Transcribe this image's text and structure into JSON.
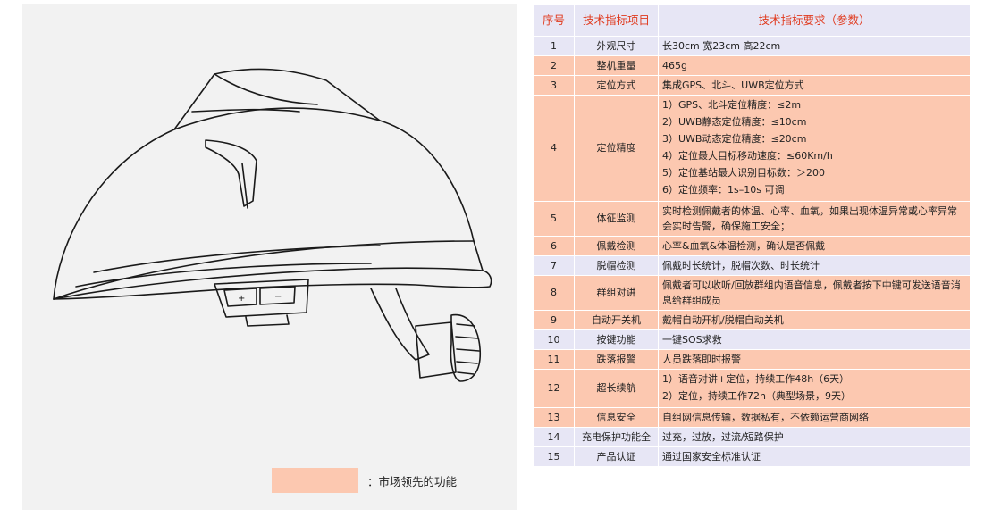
{
  "legend": {
    "label": "：市场领先的功能"
  },
  "colors": {
    "highlight": "#fcc8b0",
    "normal": "#e7e6f5",
    "header_text": "#e03a1e"
  },
  "table": {
    "headers": [
      "序号",
      "技术指标项目",
      "技术指标要求（参数）"
    ],
    "rows": [
      {
        "no": "1",
        "item": "外观尺寸",
        "req": [
          "长30cm 宽23cm 高22cm"
        ],
        "highlight": false
      },
      {
        "no": "2",
        "item": "整机重量",
        "req": [
          "465g"
        ],
        "highlight": true
      },
      {
        "no": "3",
        "item": "定位方式",
        "req": [
          "集成GPS、北斗、UWB定位方式"
        ],
        "highlight": true
      },
      {
        "no": "4",
        "item": "定位精度",
        "req": [
          "1）GPS、北斗定位精度：≤2m",
          "2）UWB静态定位精度：≤10cm",
          "3）UWB动态定位精度：≤20cm",
          "4）定位最大目标移动速度：≤60Km/h",
          "5）定位基站最大识别目标数：＞200",
          "6）定位频率：1s–10s 可调"
        ],
        "highlight": true
      },
      {
        "no": "5",
        "item": "体征监测",
        "req": [
          "实时检测佩戴者的体温、心率、血氧，如果出现体温异常或心率异常会实时告警，确保施工安全；"
        ],
        "highlight": true
      },
      {
        "no": "6",
        "item": "佩戴检测",
        "req": [
          "心率&血氧&体温检测，确认是否佩戴"
        ],
        "highlight": true
      },
      {
        "no": "7",
        "item": "脱帽检测",
        "req": [
          "佩戴时长统计，脱帽次数、时长统计"
        ],
        "highlight": false
      },
      {
        "no": "8",
        "item": "群组对讲",
        "req": [
          "佩戴者可以收听/回放群组内语音信息，佩戴者按下中键可发送语音消息给群组成员"
        ],
        "highlight": true
      },
      {
        "no": "9",
        "item": "自动开关机",
        "req": [
          "戴帽自动开机/脱帽自动关机"
        ],
        "highlight": true
      },
      {
        "no": "10",
        "item": "按键功能",
        "req": [
          "一键SOS求救"
        ],
        "highlight": false
      },
      {
        "no": "11",
        "item": "跌落报警",
        "req": [
          "人员跌落即时报警"
        ],
        "highlight": true
      },
      {
        "no": "12",
        "item": "超长续航",
        "req": [
          "1）语音对讲+定位，持续工作48h（6天）",
          "2）定位，持续工作72h（典型场景，9天）"
        ],
        "highlight": true
      },
      {
        "no": "13",
        "item": "信息安全",
        "req": [
          "自组网信息传输，数据私有，不依赖运营商网络"
        ],
        "highlight": true
      },
      {
        "no": "14",
        "item": "充电保护功能全",
        "req": [
          "过充，过放，过流/短路保护"
        ],
        "highlight": false
      },
      {
        "no": "15",
        "item": "产品认证",
        "req": [
          "通过国家安全标准认证"
        ],
        "highlight": false
      }
    ]
  }
}
